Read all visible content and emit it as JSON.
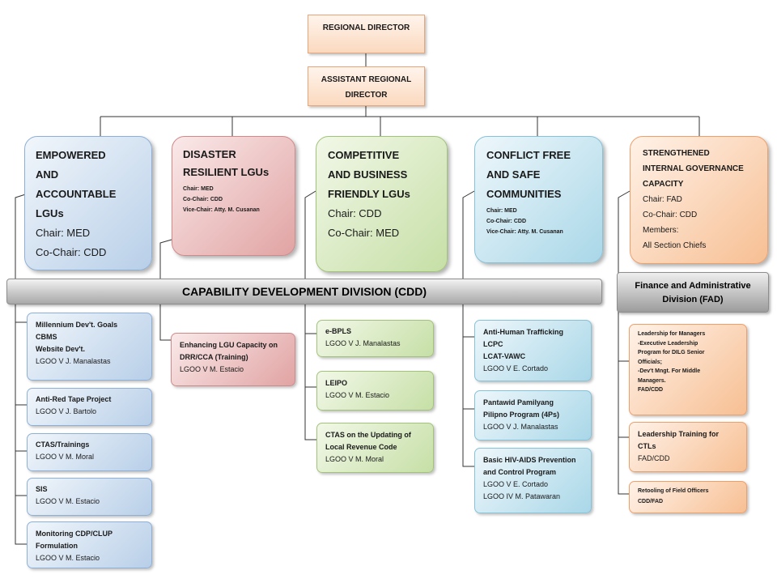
{
  "regional_director": "REGIONAL DIRECTOR",
  "assistant_regional_director": [
    "ASSISTANT REGIONAL",
    "DIRECTOR"
  ],
  "outcomes": {
    "empowered": {
      "title_lines": [
        "EMPOWERED",
        "AND",
        "ACCOUNTABLE",
        "LGUs"
      ],
      "details": [
        "Chair: MED",
        "Co-Chair: CDD"
      ]
    },
    "disaster": {
      "title_lines": [
        "DISASTER",
        "RESILIENT LGUs"
      ],
      "details": [
        "Chair: MED",
        "Co-Chair:  CDD",
        "Vice-Chair: Atty. M. Cusanan"
      ]
    },
    "competitive": {
      "title_lines": [
        "COMPETITIVE",
        "AND BUSINESS",
        "FRIENDLY LGUs"
      ],
      "details": [
        "Chair: CDD",
        "Co-Chair: MED"
      ]
    },
    "conflict": {
      "title_lines": [
        "CONFLICT FREE",
        "AND SAFE",
        "COMMUNITIES"
      ],
      "details": [
        "Chair: MED",
        "Co-Chair:  CDD",
        "Vice-Chair: Atty. M. Cusanan"
      ]
    },
    "governance": {
      "lines": [
        "STRENGTHENED",
        "INTERNAL GOVERNANCE",
        "CAPACITY",
        "Chair: FAD",
        "Co-Chair: CDD",
        "Members:",
        "All Section Chiefs"
      ]
    }
  },
  "cdd_banner": "CAPABILITY DEVELOPMENT DIVISION (CDD)",
  "fad_banner": [
    "Finance and Administrative",
    "Division (FAD)"
  ],
  "programs": {
    "empowered": [
      {
        "heads": [
          "Millennium Dev't. Goals",
          "CBMS",
          "Website Dev't."
        ],
        "persons": [
          "LGOO V J. Manalastas"
        ]
      },
      {
        "heads": [
          "Anti-Red Tape Project"
        ],
        "persons": [
          "LGOO V J. Bartolo"
        ]
      },
      {
        "heads": [
          "CTAS/Trainings"
        ],
        "persons": [
          "LGOO V M. Moral"
        ]
      },
      {
        "heads": [
          "SIS"
        ],
        "persons": [
          "LGOO V M. Estacio"
        ]
      },
      {
        "heads": [
          "Monitoring CDP/CLUP",
          "Formulation"
        ],
        "persons": [
          "LGOO V M. Estacio"
        ]
      }
    ],
    "disaster": [
      {
        "heads": [
          "Enhancing LGU Capacity on",
          "DRR/CCA (Training)"
        ],
        "persons": [
          "LGOO V M. Estacio"
        ]
      }
    ],
    "competitive": [
      {
        "heads": [
          "e-BPLS"
        ],
        "persons": [
          "LGOO V J. Manalastas"
        ]
      },
      {
        "heads": [
          "LEIPO"
        ],
        "persons": [
          "LGOO V M. Estacio"
        ]
      },
      {
        "heads": [
          "CTAS on the Updating of",
          "Local Revenue Code"
        ],
        "persons": [
          "LGOO V M. Moral"
        ]
      }
    ],
    "conflict": [
      {
        "heads": [
          "Anti-Human Trafficking",
          "LCPC",
          "LCAT-VAWC"
        ],
        "persons": [
          "LGOO V E. Cortado"
        ]
      },
      {
        "heads": [
          "Pantawid Pamilyang",
          "Pilipno Program (4Ps)"
        ],
        "persons": [
          "LGOO V J. Manalastas"
        ]
      },
      {
        "heads": [
          "Basic HIV-AIDS Prevention",
          "and Control Program"
        ],
        "persons": [
          "LGOO V E. Cortado",
          "LGOO IV M. Patawaran"
        ]
      }
    ],
    "governance": [
      {
        "lines": [
          "Leadership for Managers",
          "-Executive Leadership",
          "Program for DILG Senior",
          "Officials;",
          "-Dev't Mngt. For Middle",
          "Managers.",
          "FAD/CDD"
        ]
      },
      {
        "heads": [
          "Leadership Training for",
          "CTLs"
        ],
        "persons": [
          "FAD/CDD"
        ]
      },
      {
        "lines": [
          "Retooling of Field Officers",
          "CDD/FAD"
        ]
      }
    ]
  }
}
